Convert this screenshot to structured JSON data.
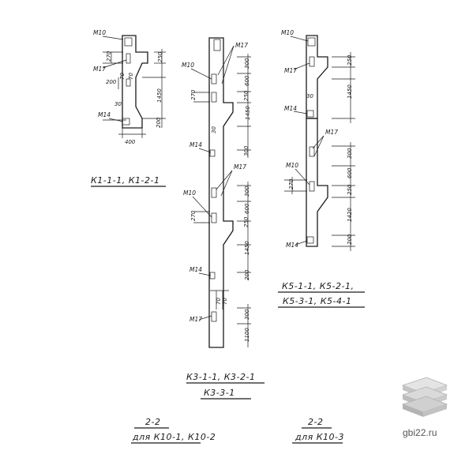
{
  "drawing": {
    "k1": {
      "caption": "К1-1-1, К1-2-1",
      "marks": {
        "top": "М10",
        "second": "М17",
        "bottom": "М14"
      },
      "dims": {
        "d1": "270",
        "d2": "200",
        "d3": "250",
        "d4": "70",
        "d5": "70",
        "d6": "1450",
        "d7": "30",
        "d8": "200",
        "d9": "400"
      }
    },
    "k3": {
      "caption1": "К3-1-1, К3-2-1",
      "caption2": "К3-3-1",
      "marks": {
        "m17a": "М17",
        "m10a": "М10",
        "m14a": "М14",
        "m17b": "М17",
        "m10b": "М10",
        "m14b": "М14",
        "m17c": "М17"
      },
      "dims": {
        "a1": "300",
        "a2": "600",
        "a3": "270",
        "a4": "250",
        "a5": "1450",
        "a6": "30",
        "a7": "300",
        "b1": "300",
        "b2": "600",
        "b3": "270",
        "b4": "250",
        "b5": "1450",
        "b6": "200",
        "c1": "70",
        "c2": "70",
        "c3": "300",
        "c4": "1100"
      }
    },
    "k5": {
      "caption1": "К5-1-1, К5-2-1,",
      "caption2": "К5-3-1, К5-4-1",
      "marks": {
        "m10a": "М10",
        "m17a": "М17",
        "m14a": "М14",
        "m17b": "М17",
        "m10b": "М10",
        "m14b": "М14"
      },
      "dims": {
        "a1": "250",
        "a2": "30",
        "a3": "1450",
        "b1": "300",
        "b2": "600",
        "b3": "270",
        "b4": "250",
        "b5": "1420",
        "b6": "200"
      }
    },
    "footer": {
      "sec_left": "2-2",
      "for_left": "для К10-1, К10-2",
      "sec_right": "2-2",
      "for_right": "для К10-3"
    },
    "logo": {
      "text": "gbi22.ru"
    }
  }
}
